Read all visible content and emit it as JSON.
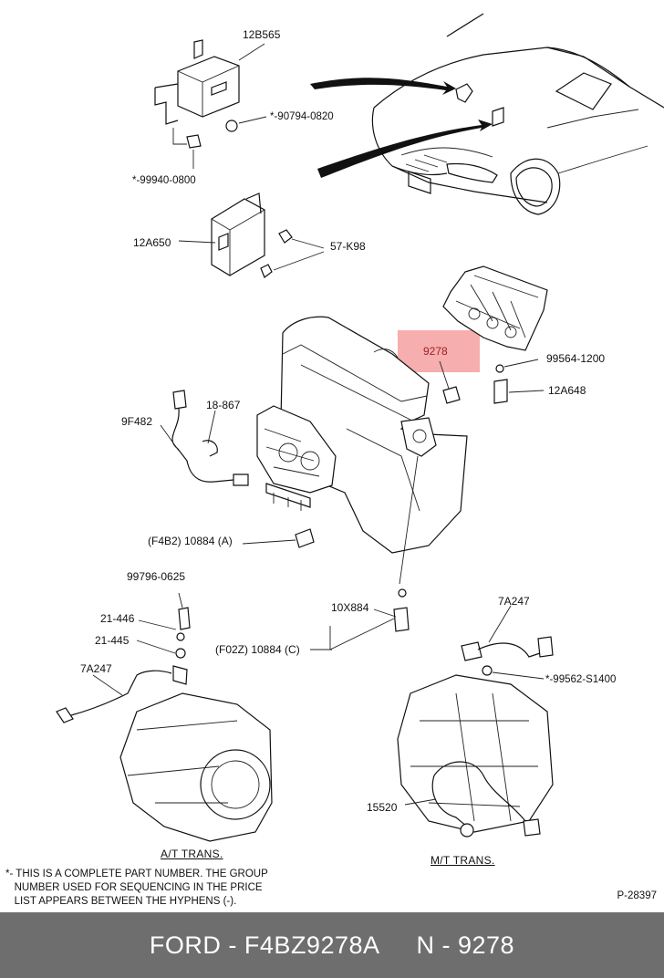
{
  "footer": {
    "brand": "FORD",
    "part_number": "F4BZ9278A",
    "group": "N - 9278"
  },
  "highlight_label": "9278",
  "labels": {
    "p12b565": "12B565",
    "p90794": "*-90794-0820",
    "p99940": "*-99940-0800",
    "p12a650": "12A650",
    "p57k98": "57-K98",
    "p99564": "99564-1200",
    "p12a648": "12A648",
    "p9f482": "9F482",
    "p18867": "18-867",
    "pf4b2": "(F4B2) 10884 (A)",
    "p99796": "99796-0625",
    "p21446": "21-446",
    "p21445": "21-445",
    "p7a247a": "7A247",
    "p10x884": "10X884",
    "pf02z": "(F02Z) 10884 (C)",
    "p7a247b": "7A247",
    "p99562": "*-99562-S1400",
    "p15520": "15520"
  },
  "captions": {
    "at": "A/T TRANS.",
    "mt": "M/T TRANS."
  },
  "note_lines": [
    "*- THIS IS A COMPLETE PART NUMBER. THE GROUP",
    "   NUMBER USED FOR SEQUENCING IN THE PRICE",
    "   LIST APPEARS BETWEEN THE HYPHENS (-)."
  ],
  "ref": "P-28397",
  "colors": {
    "highlight": "#f4a0a0",
    "footer_bg": "#6e6e6e",
    "footer_text": "#ffffff"
  }
}
